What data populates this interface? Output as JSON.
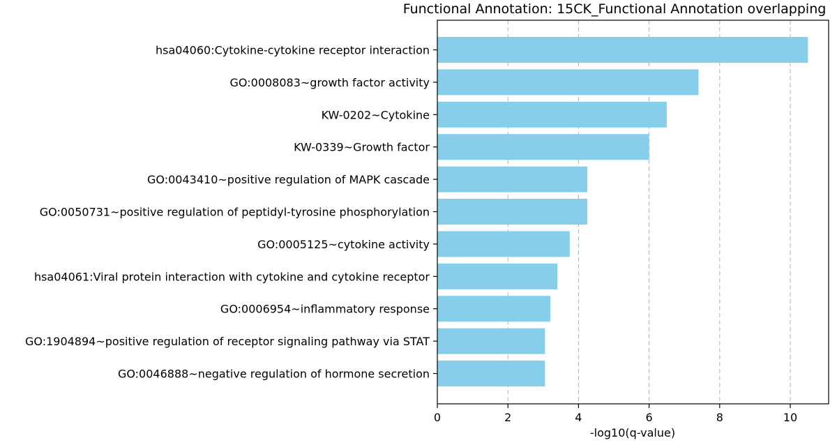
{
  "chart_data": {
    "type": "bar",
    "orientation": "horizontal",
    "title": "Functional Annotation: 15CK_Functional Annotation overlapping",
    "xlabel": "-log10(q-value)",
    "ylabel": "",
    "xlim": [
      0,
      11
    ],
    "xticks": [
      0,
      2,
      4,
      6,
      8,
      10
    ],
    "grid": "x-dashed",
    "color": "#87ceeb",
    "categories": [
      "hsa04060:Cytokine-cytokine receptor interaction",
      "GO:0008083~growth factor activity",
      "KW-0202~Cytokine",
      "KW-0339~Growth factor",
      "GO:0043410~positive regulation of MAPK cascade",
      "GO:0050731~positive regulation of peptidyl-tyrosine phosphorylation",
      "GO:0005125~cytokine activity",
      "hsa04061:Viral protein interaction with cytokine and cytokine receptor",
      "GO:0006954~inflammatory response",
      "GO:1904894~positive regulation of receptor signaling pathway via STAT",
      "GO:0046888~negative regulation of hormone secretion"
    ],
    "values": [
      10.5,
      7.4,
      6.5,
      6.0,
      4.25,
      4.25,
      3.75,
      3.4,
      3.2,
      3.05,
      3.05
    ]
  }
}
